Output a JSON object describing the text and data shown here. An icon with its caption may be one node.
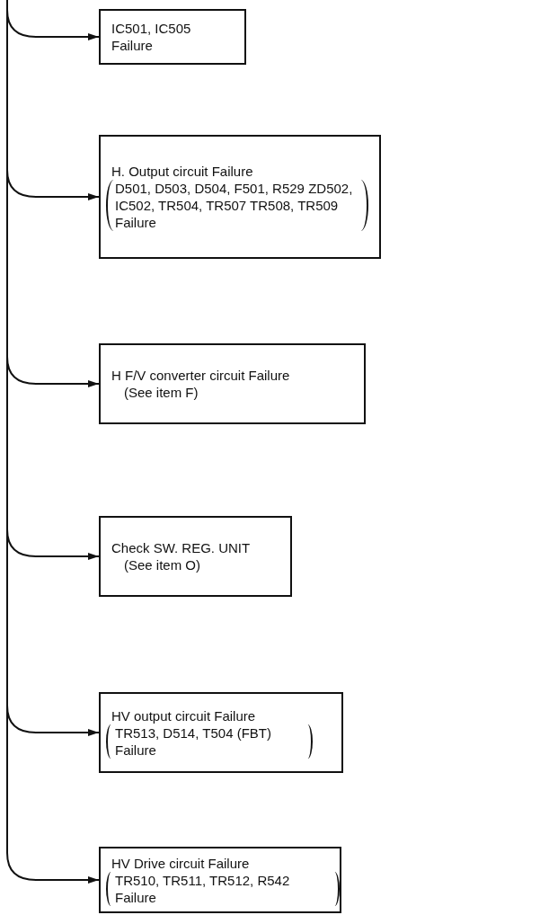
{
  "diagram": {
    "nodes": [
      {
        "text": [
          "IC501, IC505 Failure"
        ]
      },
      {
        "text": [
          "H. Output circuit Failure",
          "D501, D503, D504, F501, R529 ZD502, IC502, TR504, TR507 TR508, TR509 Failure"
        ]
      },
      {
        "text": [
          "H F/V converter circuit Failure",
          "(See item F)"
        ]
      },
      {
        "text": [
          "Check SW. REG. UNIT",
          "(See item O)"
        ]
      },
      {
        "text": [
          "HV output circuit Failure",
          "TR513, D514, T504 (FBT) Failure"
        ]
      },
      {
        "text": [
          "HV Drive circuit Failure",
          "TR510, TR511, TR512, R542 Failure"
        ]
      }
    ],
    "edges": [
      {
        "from": null,
        "to": 0,
        "arrow": "to"
      },
      {
        "from": null,
        "to": 1,
        "arrow": "to"
      },
      {
        "from": null,
        "to": 2,
        "arrow": "to"
      },
      {
        "from": null,
        "to": 3,
        "arrow": "to"
      },
      {
        "from": null,
        "to": 4,
        "arrow": "to"
      },
      {
        "from": null,
        "to": 5,
        "arrow": "to"
      }
    ]
  }
}
